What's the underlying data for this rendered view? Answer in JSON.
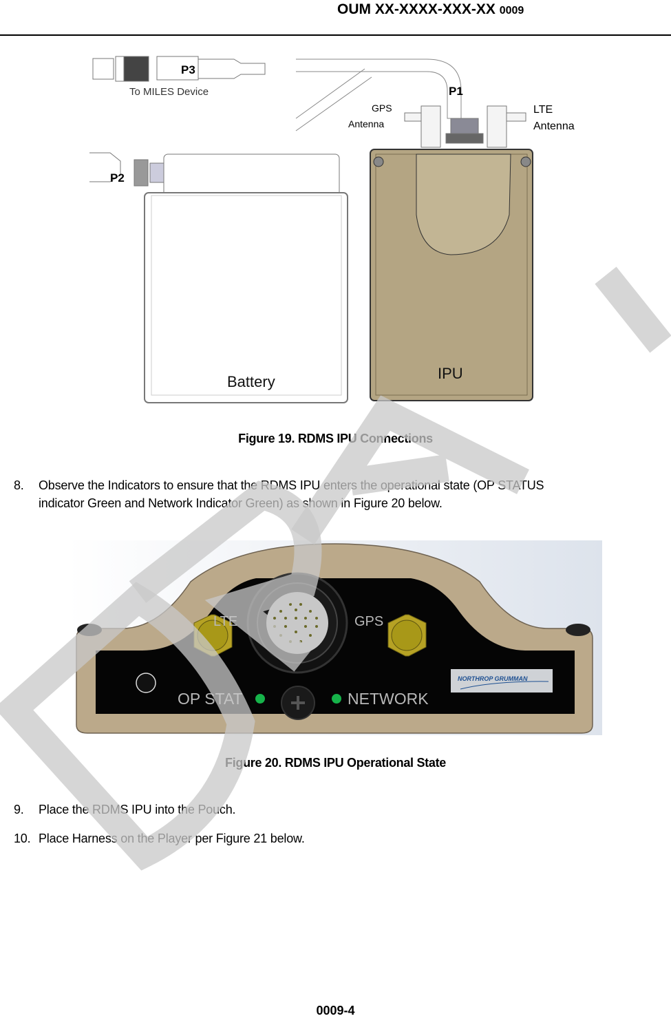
{
  "header": {
    "doc_id": "OUM XX-XXXX-XXX-XX",
    "section": "0009"
  },
  "figure19": {
    "labels": {
      "p3": "P3",
      "to_miles": "To MILES Device",
      "p2": "P2",
      "p1": "P1",
      "gps_line1": "GPS",
      "gps_line2": "Antenna",
      "lte_line1": "LTE",
      "lte_line2": "Antenna",
      "battery": "Battery",
      "ipu": "IPU"
    },
    "caption": "Figure 19. RDMS IPU Connections"
  },
  "steps": [
    {
      "num": "8.",
      "lines": [
        "Observe the Indicators to ensure that the RDMS IPU enters the operational state (OP STATUS",
        "indicator Green and Network Indicator Green) as shown in Figure 20 below."
      ]
    },
    {
      "num": "9.",
      "lines": [
        "Place the RDMS IPU into the Pouch."
      ]
    },
    {
      "num": "10.",
      "lines": [
        "Place Harness on the Player per Figure 21 below."
      ]
    }
  ],
  "figure20": {
    "labels": {
      "lte": "LTE",
      "gps": "GPS",
      "op_stat": "OP STAT",
      "network": "NETWORK",
      "brand": "NORTHROP GRUMMAN"
    },
    "colors": {
      "housing": "#b9a888",
      "panel": "#050505",
      "led_green": "#16b34a",
      "connector_brass": "#b8a626"
    },
    "caption": "Figure 20. RDMS IPU Operational State"
  },
  "watermark": {
    "text": "DRAFT"
  },
  "footer": {
    "page": "0009-4"
  }
}
